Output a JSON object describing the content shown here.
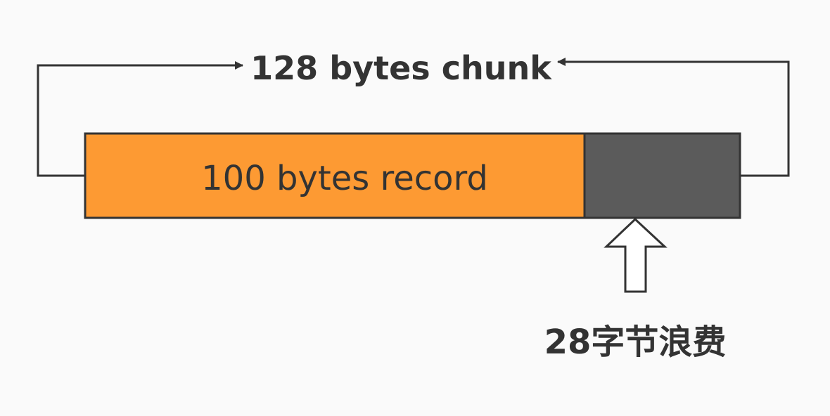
{
  "title": "128 bytes chunk",
  "record_label": "100 bytes record",
  "waste_label": "28字节浪费",
  "colors": {
    "record_fill": "#fd9a33",
    "waste_fill": "#5b5b5b",
    "stroke": "#333333",
    "text": "#333333",
    "background": "#fafafa",
    "pointer_fill": "#ffffff"
  }
}
